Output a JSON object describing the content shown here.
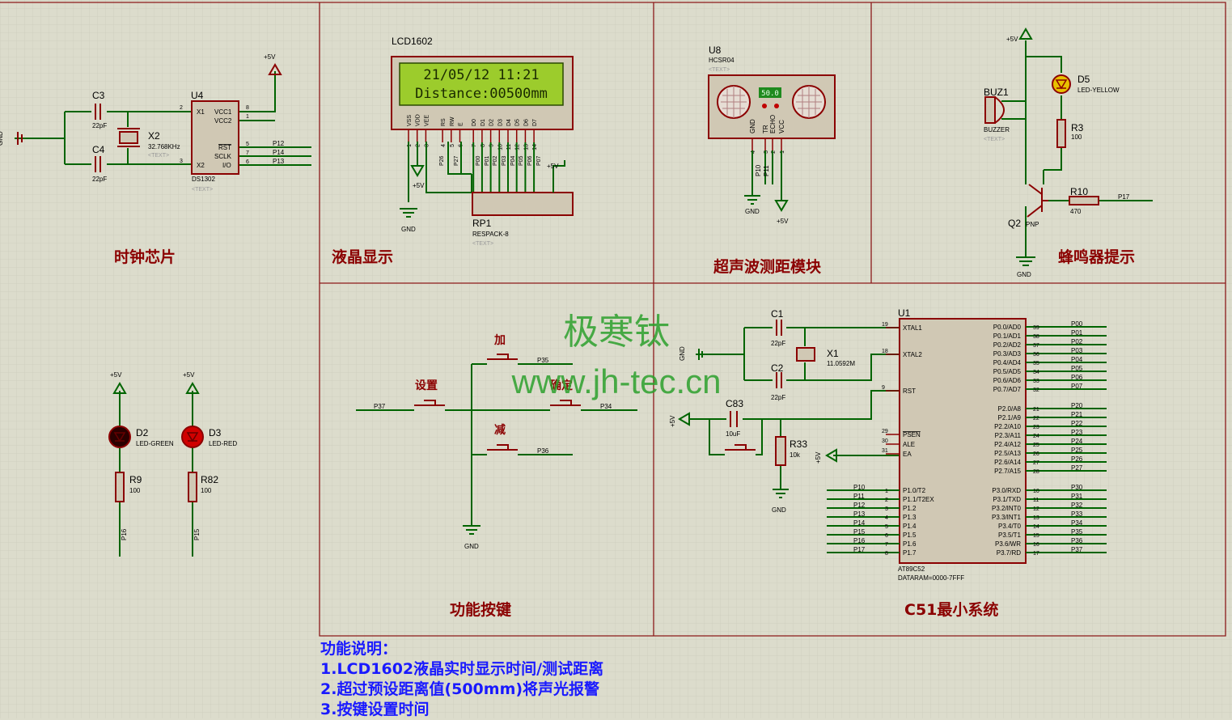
{
  "sections": {
    "clock": "时钟芯片",
    "lcd": "液晶显示",
    "ultrasonic": "超声波测距模块",
    "buzzer": "蜂鸣器提示",
    "keys": "功能按键",
    "mcu": "C51最小系统"
  },
  "watermark": {
    "name": "极寒钛",
    "url": "www.jh-tec.cn"
  },
  "notes": {
    "title": "功能说明：",
    "items": [
      "1.LCD1602液晶实时显示时间/测试距离",
      "2.超过预设距离值(500mm)将声光报警",
      "3.按键设置时间"
    ]
  },
  "lcd": {
    "name": "LCD1602",
    "line1": "21/05/12 11:21",
    "line2": "Distance:00500mm",
    "pins": [
      "VSS",
      "VDD",
      "VEE",
      "RS",
      "RW",
      "E",
      "D0",
      "D1",
      "D2",
      "D3",
      "D4",
      "D5",
      "D6",
      "D7"
    ],
    "pin_numbers": [
      "1",
      "2",
      "3",
      "4",
      "5",
      "6",
      "7",
      "8",
      "9",
      "10",
      "11",
      "12",
      "13",
      "14"
    ],
    "nets": [
      "P26",
      "P27",
      "P00",
      "P01",
      "P02",
      "P03",
      "P04",
      "P05",
      "P06",
      "P07"
    ]
  },
  "rp1": {
    "ref": "RP1",
    "value": "RESPACK-8",
    "text": "<TEXT>"
  },
  "clock": {
    "u4": "U4",
    "chip": "DS1302",
    "text": "<TEXT>",
    "pins_left": [
      "X1",
      "X2"
    ],
    "pins_right": [
      "VCC1",
      "VCC2",
      "RST",
      "SCLK",
      "I/O"
    ],
    "pin_nums": [
      "2",
      "3",
      "8",
      "1",
      "5",
      "7",
      "6"
    ],
    "nets": [
      "P12",
      "P14",
      "P13"
    ],
    "c3": "C3",
    "c4": "C4",
    "cap": "22pF",
    "x2": "X2",
    "x2_freq": "32.768KHz",
    "x2_text": "<TEXT>",
    "gnd": "GND",
    "vcc": "+5V"
  },
  "ultrasonic": {
    "ref": "U8",
    "model": "HCSR04",
    "text": "<TEXT>",
    "display": "50.0",
    "pins": [
      "GND",
      "TR",
      "ECHO",
      "VCC"
    ],
    "pin_nums": [
      "4",
      "3",
      "2",
      "1"
    ],
    "nets": [
      "P10",
      "P11"
    ],
    "gnd": "GND",
    "vcc": "+5V"
  },
  "buzzer": {
    "buz": "BUZ1",
    "buz_type": "BUZZER",
    "buz_text": "<TEXT>",
    "d5": "D5",
    "d5_type": "LED-YELLOW",
    "r3": "R3",
    "r3_val": "100",
    "r10": "R10",
    "r10_val": "470",
    "q2": "Q2",
    "q2_type": "PNP",
    "net": "P17",
    "gnd": "GND",
    "vcc": "+5V"
  },
  "leds": {
    "d2": "D2",
    "d2_type": "LED-GREEN",
    "d3": "D3",
    "d3_type": "LED-RED",
    "r9": "R9",
    "r82": "R82",
    "rval": "100",
    "net_a": "P16",
    "net_b": "P15",
    "vcc": "+5V"
  },
  "keys": {
    "add": "加",
    "set": "设置",
    "ok": "确定",
    "sub": "减",
    "nets": [
      "P35",
      "P37",
      "P34",
      "P36"
    ],
    "gnd": "GND"
  },
  "mcu": {
    "ref": "U1",
    "type": "AT89C52",
    "dataram": "DATARAM=0000-7FFF",
    "c1": "C1",
    "c2": "C2",
    "cap": "22pF",
    "x1": "X1",
    "x1_freq": "11.0592M",
    "c83": "C83",
    "c83_val": "10uF",
    "r33": "R33",
    "r33_val": "10k",
    "gnd": "GND",
    "vcc": "+5V",
    "left_pins": [
      "XTAL1",
      "XTAL2",
      "RST",
      "PSEN",
      "ALE",
      "EA"
    ],
    "left_nums": [
      "19",
      "18",
      "9",
      "29",
      "30",
      "31"
    ],
    "p1_pins": [
      "P1.0/T2",
      "P1.1/T2EX",
      "P1.2",
      "P1.3",
      "P1.4",
      "P1.5",
      "P1.6",
      "P1.7"
    ],
    "p1_nets": [
      "P10",
      "P11",
      "P12",
      "P13",
      "P14",
      "P15",
      "P16",
      "P17"
    ],
    "p1_nums": [
      "1",
      "2",
      "3",
      "4",
      "5",
      "6",
      "7",
      "8"
    ],
    "p0_pins": [
      "P0.0/AD0",
      "P0.1/AD1",
      "P0.2/AD2",
      "P0.3/AD3",
      "P0.4/AD4",
      "P0.5/AD5",
      "P0.6/AD6",
      "P0.7/AD7"
    ],
    "p0_nets": [
      "P00",
      "P01",
      "P02",
      "P03",
      "P04",
      "P05",
      "P06",
      "P07"
    ],
    "p0_nums": [
      "39",
      "38",
      "37",
      "36",
      "35",
      "34",
      "33",
      "32"
    ],
    "p2_pins": [
      "P2.0/A8",
      "P2.1/A9",
      "P2.2/A10",
      "P2.3/A11",
      "P2.4/A12",
      "P2.5/A13",
      "P2.6/A14",
      "P2.7/A15"
    ],
    "p2_nets": [
      "P20",
      "P21",
      "P22",
      "P23",
      "P24",
      "P25",
      "P26",
      "P27"
    ],
    "p2_nums": [
      "21",
      "22",
      "23",
      "24",
      "25",
      "26",
      "27",
      "28"
    ],
    "p3_pins": [
      "P3.0/RXD",
      "P3.1/TXD",
      "P3.2/INT0",
      "P3.3/INT1",
      "P3.4/T0",
      "P3.5/T1",
      "P3.6/WR",
      "P3.7/RD"
    ],
    "p3_nets": [
      "P30",
      "P31",
      "P32",
      "P33",
      "P34",
      "P35",
      "P36",
      "P37"
    ],
    "p3_nums": [
      "10",
      "11",
      "12",
      "13",
      "14",
      "15",
      "16",
      "17"
    ]
  },
  "colors": {
    "wire": "#006400",
    "body": "#8b0000",
    "fill": "#d0c8b4",
    "lcd_bg": "#9ccc2c",
    "note": "#1a1aff",
    "watermark": "#2ca02c"
  }
}
